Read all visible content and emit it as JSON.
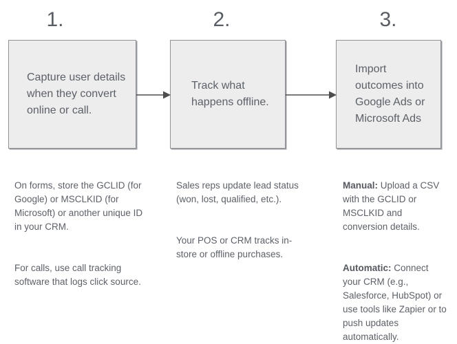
{
  "diagram": {
    "title_visible": false,
    "colors": {
      "box_fill": "#ededed",
      "box_border": "#8f9195",
      "box_shadow": "#9a9da1",
      "text": "#5c6068",
      "number_text": "#585c63",
      "arrow": "#4d4d4d",
      "background": "#ffffff"
    },
    "steps": [
      {
        "number": "1.",
        "box_text": "Capture user details when they convert online or call.",
        "paragraphs": [
          {
            "lead": "",
            "body": "On forms, store the GCLID (for Google) or MSCLKID (for Microsoft) or another unique ID in your CRM."
          },
          {
            "lead": "",
            "body": "For calls, use call tracking software that logs click source."
          }
        ]
      },
      {
        "number": "2.",
        "box_text": "Track what happens offline.",
        "paragraphs": [
          {
            "lead": "",
            "body": "Sales reps update lead status (won, lost, qualified, etc.)."
          },
          {
            "lead": "",
            "body": "Your POS or CRM tracks in-store or offline purchases."
          }
        ]
      },
      {
        "number": "3.",
        "box_text": "Import outcomes into Google Ads or Microsoft Ads",
        "paragraphs": [
          {
            "lead": "Manual:",
            "body": " Upload a CSV with the GCLID or MSCLKID and conversion details."
          },
          {
            "lead": "Automatic:",
            "body": " Connect your CRM (e.g., Salesforce, HubSpot) or use tools like Zapier or to push updates automatically."
          }
        ]
      }
    ],
    "connectors": [
      {
        "name": "arrow-step1-to-step2",
        "from": "1",
        "to": "2"
      },
      {
        "name": "arrow-step2-to-step3",
        "from": "2",
        "to": "3"
      }
    ]
  }
}
